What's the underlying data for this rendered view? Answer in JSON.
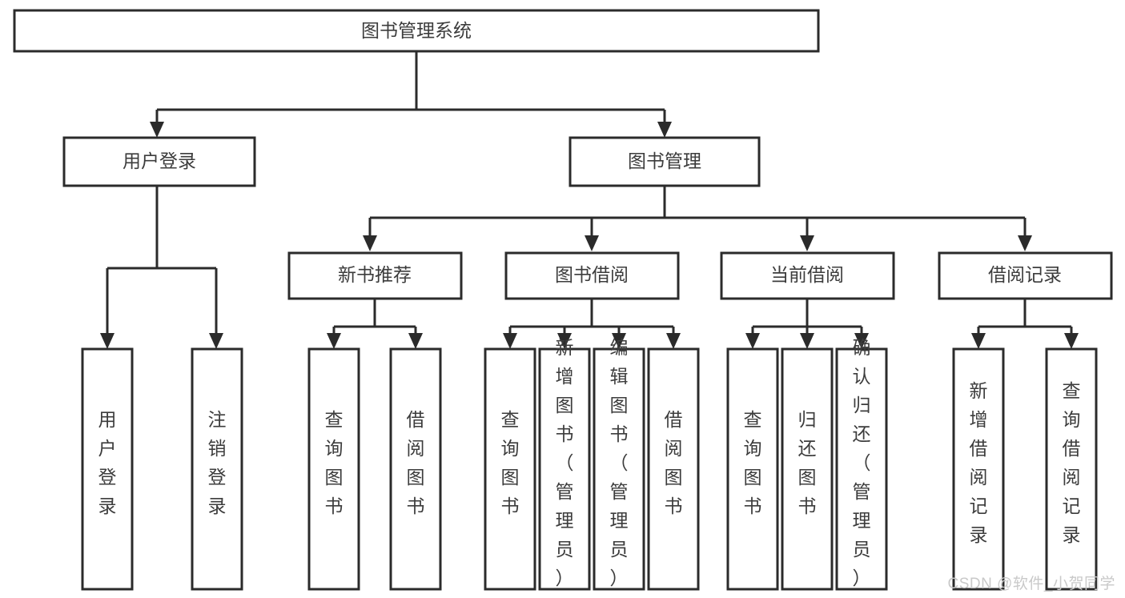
{
  "diagram": {
    "type": "tree-hierarchy-flowchart",
    "title": "图书管理系统",
    "watermark": "CSDN @软件_小贺同学",
    "colors": {
      "background": "#ffffff",
      "box_fill": "#ffffff",
      "box_stroke": "#2b2b2b",
      "text": "#3c3c3c",
      "watermark": "#c9c9c9"
    },
    "levels": [
      {
        "level": 1,
        "nodes": [
          {
            "id": "root",
            "label": "图书管理系统",
            "orientation": "horizontal"
          }
        ]
      },
      {
        "level": 2,
        "nodes": [
          {
            "id": "user-login",
            "label": "用户登录",
            "orientation": "horizontal",
            "parent": "root"
          },
          {
            "id": "book-manage",
            "label": "图书管理",
            "orientation": "horizontal",
            "parent": "root"
          }
        ]
      },
      {
        "level": 3,
        "nodes": [
          {
            "id": "new-book-recommend",
            "label": "新书推荐",
            "orientation": "horizontal",
            "parent": "book-manage"
          },
          {
            "id": "book-borrow",
            "label": "图书借阅",
            "orientation": "horizontal",
            "parent": "book-manage"
          },
          {
            "id": "current-borrow",
            "label": "当前借阅",
            "orientation": "horizontal",
            "parent": "book-manage"
          },
          {
            "id": "borrow-record",
            "label": "借阅记录",
            "orientation": "horizontal",
            "parent": "book-manage"
          }
        ]
      },
      {
        "level": 4,
        "nodes": [
          {
            "id": "leaf-user-login",
            "label": "用户登录",
            "orientation": "vertical",
            "parent": "user-login"
          },
          {
            "id": "leaf-logout-login",
            "label": "注销登录",
            "orientation": "vertical",
            "parent": "user-login"
          },
          {
            "id": "leaf-query-book-1",
            "label": "查询图书",
            "orientation": "vertical",
            "parent": "new-book-recommend"
          },
          {
            "id": "leaf-borrow-book-1",
            "label": "借阅图书",
            "orientation": "vertical",
            "parent": "new-book-recommend"
          },
          {
            "id": "leaf-query-book-2",
            "label": "查询图书",
            "orientation": "vertical",
            "parent": "book-borrow"
          },
          {
            "id": "leaf-add-book",
            "label": "新增图书（管理员）",
            "orientation": "vertical",
            "parent": "book-borrow"
          },
          {
            "id": "leaf-edit-book",
            "label": "编辑图书（管理员）",
            "orientation": "vertical",
            "parent": "book-borrow"
          },
          {
            "id": "leaf-borrow-book-2",
            "label": "借阅图书",
            "orientation": "vertical",
            "parent": "book-borrow"
          },
          {
            "id": "leaf-query-book-3",
            "label": "查询图书",
            "orientation": "vertical",
            "parent": "current-borrow"
          },
          {
            "id": "leaf-return-book",
            "label": "归还图书",
            "orientation": "vertical",
            "parent": "current-borrow"
          },
          {
            "id": "leaf-confirm-return",
            "label": "确认归还（管理员）",
            "orientation": "vertical",
            "parent": "current-borrow"
          },
          {
            "id": "leaf-add-borrow-record",
            "label": "新增借阅记录",
            "orientation": "vertical",
            "parent": "borrow-record"
          },
          {
            "id": "leaf-query-borrow-record",
            "label": "查询借阅记录",
            "orientation": "vertical",
            "parent": "borrow-record"
          }
        ]
      }
    ]
  }
}
